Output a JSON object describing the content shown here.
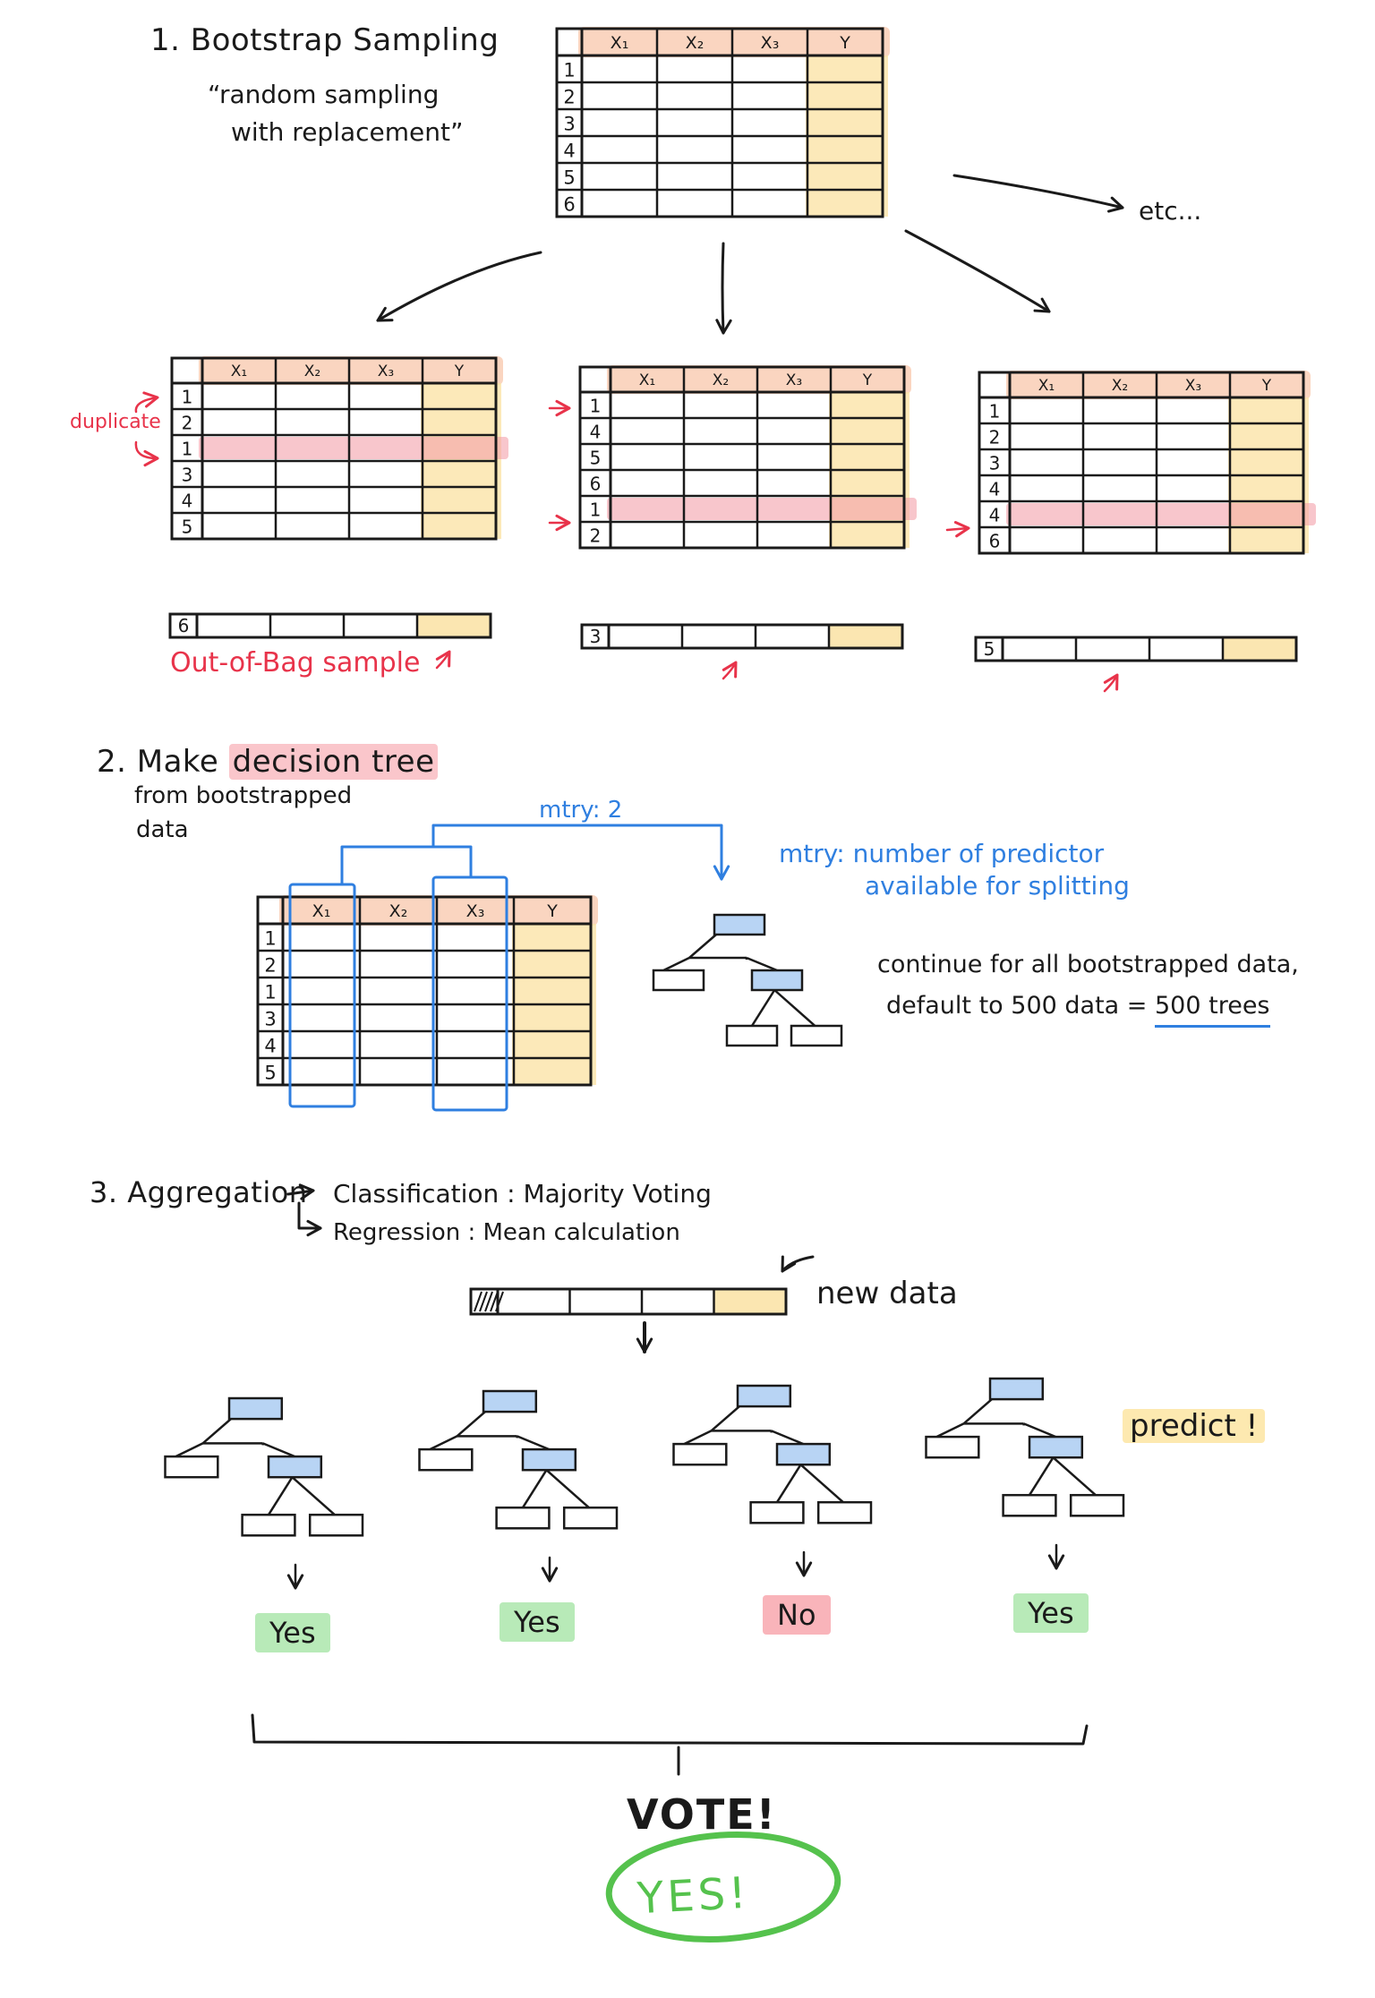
{
  "section1": {
    "title": "1. Bootstrap Sampling",
    "subtitle_line1": "“random sampling",
    "subtitle_line2": "with replacement”",
    "etc": "etc...",
    "duplicate_label": "duplicate",
    "oob_label": "Out-of-Bag sample",
    "headers": [
      "X₁",
      "X₂",
      "X₃",
      "Y"
    ],
    "original_rows": [
      "1",
      "2",
      "3",
      "4",
      "5",
      "6"
    ],
    "samples": [
      {
        "rows": [
          "1",
          "2",
          "1",
          "3",
          "4",
          "5"
        ],
        "oob": "6"
      },
      {
        "rows": [
          "1",
          "4",
          "5",
          "6",
          "1",
          "2"
        ],
        "oob": "3"
      },
      {
        "rows": [
          "1",
          "2",
          "3",
          "4",
          "4",
          "6"
        ],
        "oob": "5"
      }
    ]
  },
  "section2": {
    "title_prefix": "2. Make ",
    "title_highlight": "decision tree",
    "line2": "from bootstrapped",
    "line3": "data",
    "mtry_value": "mtry: 2",
    "mtry_def_line1": "mtry: number of predictor",
    "mtry_def_line2": "available for splitting",
    "note_line1": "continue for all bootstrapped data,",
    "note_line2_prefix": "default to 500 data = ",
    "note_line2_underlined": "500 trees",
    "rows": [
      "1",
      "2",
      "1",
      "3",
      "4",
      "5"
    ]
  },
  "section3": {
    "title": "3. Aggregation",
    "classification": "Classification : Majority Voting",
    "regression": "Regression : Mean calculation",
    "new_data": "new data",
    "predict": "predict !",
    "predictions": [
      "Yes",
      "Yes",
      "No",
      "Yes"
    ],
    "vote": "VOTE!",
    "result": "YES!"
  },
  "colors": {
    "header_highlight": "#f6b28c",
    "y_column": "#fbe3a8",
    "duplicate_row": "#f4a0aa",
    "tree_node_fill": "#b8d4f4",
    "annotation_blue": "#2f7fe0",
    "annotation_red": "#e8334a",
    "yes_pill": "#b0e8b0",
    "no_pill": "#f8acb2",
    "result_ring": "#55c24d"
  }
}
